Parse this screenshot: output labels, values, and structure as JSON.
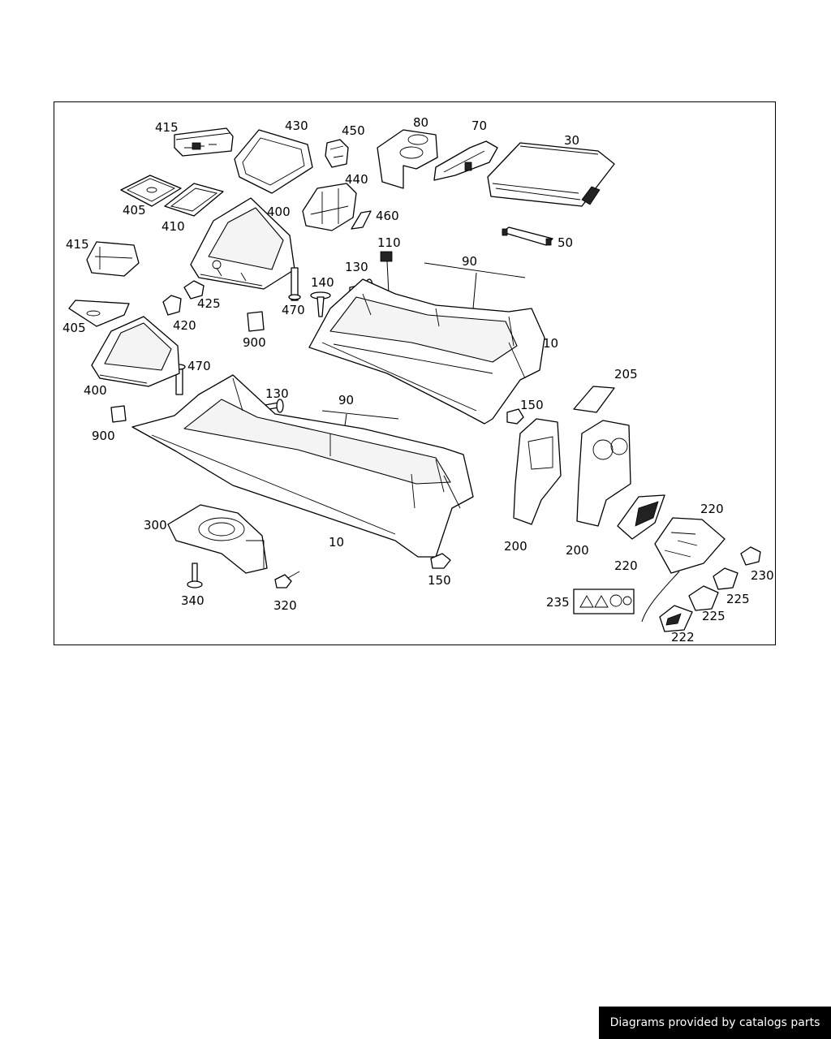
{
  "callouts": {
    "c415a": "415",
    "c430": "430",
    "c450": "450",
    "c80": "80",
    "c70": "70",
    "c30": "30",
    "c405a": "405",
    "c410": "410",
    "c440": "440",
    "c400a": "400",
    "c460": "460",
    "c110": "110",
    "c50": "50",
    "c415b": "415",
    "c90a": "90",
    "c130a": "130",
    "c140": "140",
    "c425": "425",
    "c470a": "470",
    "c405b": "405",
    "c420": "420",
    "c900a": "900",
    "c10a": "10",
    "c470b": "470",
    "c400b": "400",
    "c205": "205",
    "c130b": "130",
    "c90b": "90",
    "c150a": "150",
    "c900b": "900",
    "c220a": "220",
    "c300": "300",
    "c200a": "200",
    "c200b": "200",
    "c220b": "220",
    "c10b": "10",
    "c230": "230",
    "c150b": "150",
    "c340": "340",
    "c235": "235",
    "c225a": "225",
    "c320": "320",
    "c225b": "225",
    "c222": "222"
  },
  "footer": {
    "text": "Diagrams provided by catalogs parts"
  }
}
